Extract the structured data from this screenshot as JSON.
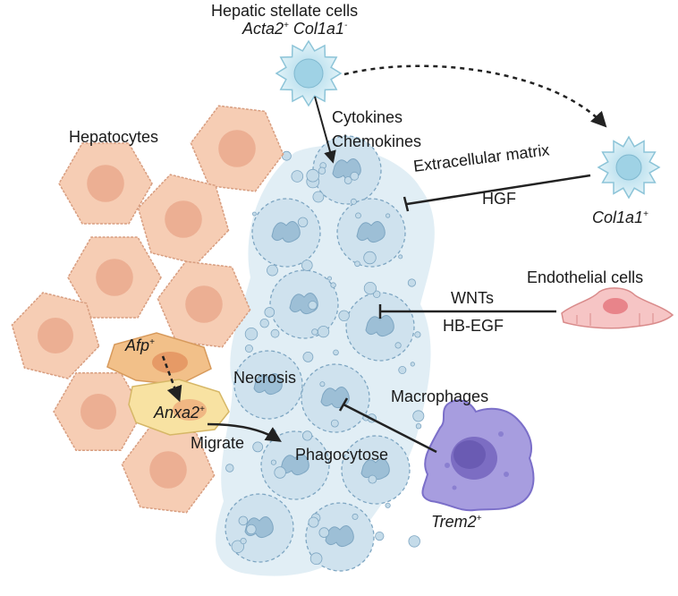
{
  "labels": {
    "stellate_title": "Hepatic stellate cells",
    "stellate_marker1": "Acta2",
    "stellate_marker1_sup": "+",
    "stellate_marker2": "Col1a1",
    "stellate_marker2_sup": "-",
    "hepatocytes": "Hepatocytes",
    "cytokines": "Cytokines",
    "chemokines": "Chemokines",
    "ecm": "Extracellular matrix",
    "hgf": "HGF",
    "col1a1_pos": "Col1a1",
    "col1a1_pos_sup": "+",
    "endothelial": "Endothelial cells",
    "wnts": "WNTs",
    "hbegf": "HB-EGF",
    "afp": "Afp",
    "afp_sup": "+",
    "anxa2": "Anxa2",
    "anxa2_sup": "+",
    "necrosis": "Necrosis",
    "macrophages": "Macrophages",
    "migrate": "Migrate",
    "phagocytose": "Phagocytose",
    "trem2": "Trem2",
    "trem2_sup": "+"
  },
  "colors": {
    "hepatocyte_fill": "#f6cdb4",
    "hepatocyte_stroke": "#d89e80",
    "hepatocyte_nucleus": "#e8a488",
    "afp_cell": "#f2c089",
    "anxa2_cell": "#f8e2a2",
    "necrotic_fill": "#cfe2ee",
    "necrotic_stroke": "#7ea6c2",
    "stellate_fill": "#cde8f2",
    "endothelial_fill": "#f6c5c5",
    "macrophage_fill": "#a79ddf",
    "arrow": "#222222"
  }
}
